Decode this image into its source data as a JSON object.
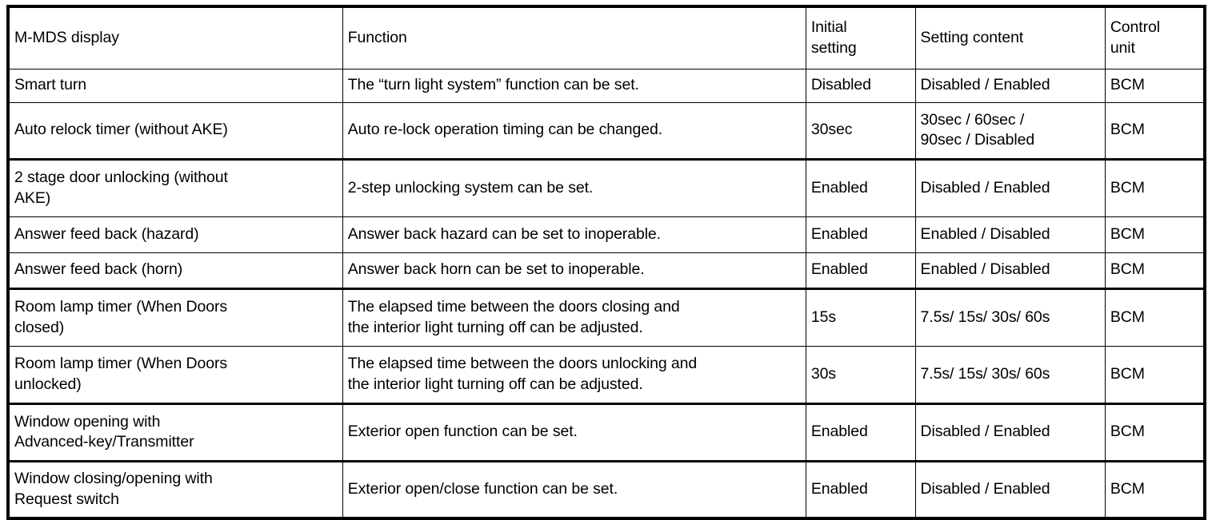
{
  "table": {
    "headers": [
      {
        "label": "M-MDS display",
        "key": "display"
      },
      {
        "label": "Function",
        "key": "function"
      },
      {
        "label_line1": "Initial",
        "label_line2": "setting",
        "key": "initial"
      },
      {
        "label": "Setting content",
        "key": "content"
      },
      {
        "label_line1": "Control",
        "label_line2": "unit",
        "key": "unit"
      }
    ],
    "rows": [
      {
        "display": "Smart turn",
        "function": "The “turn light system” function can be set.",
        "initial": "Disabled",
        "content": "Disabled / Enabled",
        "unit": "BCM"
      },
      {
        "display": "Auto relock timer (without AKE)",
        "function": "Auto re-lock operation timing can be changed.",
        "initial": "30sec",
        "content_line1": "30sec / 60sec /",
        "content_line2": "90sec / Disabled",
        "unit": "BCM"
      },
      {
        "display_line1": "2 stage door unlocking (without",
        "display_line2": "AKE)",
        "function": "2-step unlocking system can be set.",
        "initial": "Enabled",
        "content": "Disabled / Enabled",
        "unit": "BCM"
      },
      {
        "display": "Answer feed back (hazard)",
        "function": "Answer back hazard can be set to inoperable.",
        "initial": "Enabled",
        "content": "Enabled / Disabled",
        "unit": "BCM"
      },
      {
        "display": "Answer feed back (horn)",
        "function": "Answer back horn can be set to inoperable.",
        "initial": "Enabled",
        "content": "Enabled / Disabled",
        "unit": "BCM"
      },
      {
        "display_line1": "Room lamp timer (When Doors",
        "display_line2": "closed)",
        "function_line1": "The elapsed time between the doors closing and",
        "function_line2": "the interior light turning off can be adjusted.",
        "initial": "15s",
        "content": "7.5s/ 15s/ 30s/ 60s",
        "unit": "BCM"
      },
      {
        "display_line1": "Room lamp timer (When Doors",
        "display_line2": "unlocked)",
        "function_line1": "The elapsed time between the doors unlocking and",
        "function_line2": "the interior light turning off can be adjusted.",
        "initial": "30s",
        "content": "7.5s/ 15s/ 30s/ 60s",
        "unit": "BCM"
      },
      {
        "display_line1": "Window opening with",
        "display_line2": "Advanced-key/Transmitter",
        "function": "Exterior open function can be set.",
        "initial": "Enabled",
        "content": "Disabled / Enabled",
        "unit": "BCM"
      },
      {
        "display_line1": "Window closing/opening with",
        "display_line2": "Request switch",
        "function": "Exterior open/close function can be set.",
        "initial": "Enabled",
        "content": "Disabled / Enabled",
        "unit": "BCM"
      }
    ]
  }
}
